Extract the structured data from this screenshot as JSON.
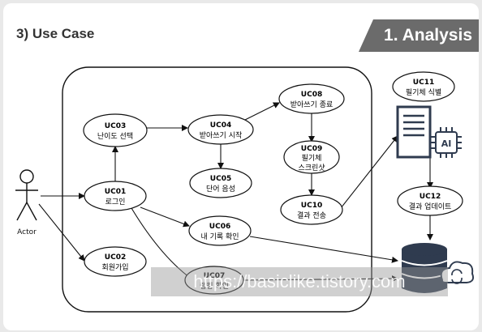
{
  "header": {
    "section_title": "3)  Use Case",
    "tab_label": "1. Analysis"
  },
  "actor": {
    "label": "Actor"
  },
  "use_cases": {
    "uc01": {
      "id": "UC01",
      "name": "로그인"
    },
    "uc02": {
      "id": "UC02",
      "name": "회원가입"
    },
    "uc03": {
      "id": "UC03",
      "name": "난이도 선택"
    },
    "uc04": {
      "id": "UC04",
      "name": "받아쓰기 시작"
    },
    "uc05": {
      "id": "UC05",
      "name": "단어 음성"
    },
    "uc06": {
      "id": "UC06",
      "name": "내 기록 확인"
    },
    "uc07": {
      "id": "UC07",
      "name": "랭킹 확인"
    },
    "uc08": {
      "id": "UC08",
      "name": "받아쓰기 종료"
    },
    "uc09": {
      "id": "UC09",
      "name": "필기체",
      "name2": "스크린샷"
    },
    "uc10": {
      "id": "UC10",
      "name": "결과 전송"
    },
    "uc11": {
      "id": "UC11",
      "name": "필기체 식별"
    },
    "uc12": {
      "id": "UC12",
      "name": "결과 업데이트"
    }
  },
  "ai_chip": {
    "label": "AI"
  },
  "watermark": {
    "text": "https://basiclike.tistory.com"
  }
}
